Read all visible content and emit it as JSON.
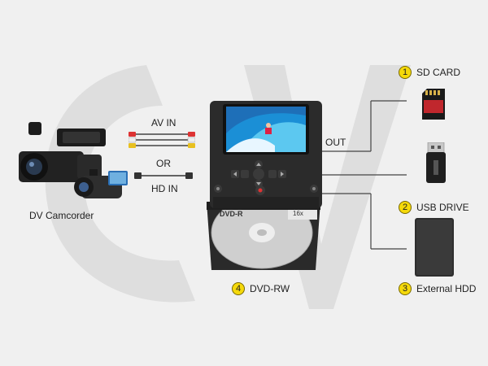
{
  "source": {
    "label": "DV Camcorder"
  },
  "cables": {
    "av_in": "AV IN",
    "or": "OR",
    "hd_in": "HD IN"
  },
  "device": {
    "out_label": "OUT",
    "disc_label": "DVD-R",
    "disc_speed": "16x"
  },
  "outputs": [
    {
      "number": "1",
      "label": "SD CARD"
    },
    {
      "number": "2",
      "label": "USB DRIVE"
    },
    {
      "number": "3",
      "label": "External HDD"
    },
    {
      "number": "4",
      "label": "DVD-RW"
    }
  ],
  "colors": {
    "badge": "#f5d90a",
    "device_body": "#2b2b2b",
    "background": "#f0f0f0",
    "logo_watermark": "#dcdcdc"
  }
}
